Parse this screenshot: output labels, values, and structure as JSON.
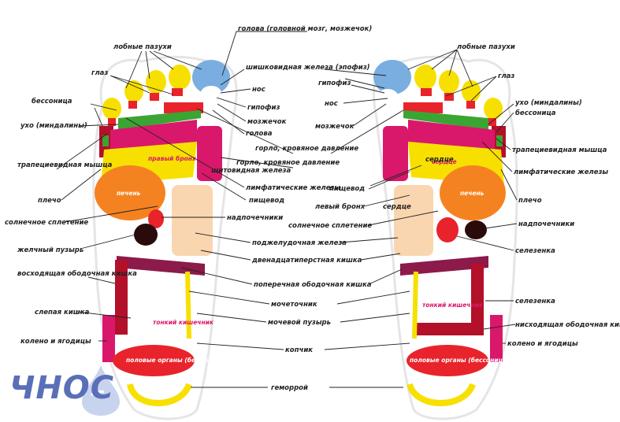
{
  "diagram": {
    "labels_center": {
      "head": "голова (головной мозг, мозжечок)",
      "pineal": "шишковидная железа (эпофиз)",
      "nose": "нос",
      "pituitary": "гипофиз",
      "cerebellum": "мозжечок",
      "head2": "голова",
      "throat": "горло, кровяное давление",
      "throat2": "горло, кровяное давление",
      "thyroid": "щитовидная железа",
      "lymph": "лимфатические железы",
      "esophagus": "пищевод",
      "adrenal": "надпочечники",
      "pancreas": "поджелудочная железа",
      "duodenum": "двенадцатиперстная кишка",
      "transverse": "поперечная ободочная кишка",
      "ureter": "мочеточник",
      "bladder": "мочевой пузырь",
      "coccyx": "копчик",
      "hemorrhoids": "геморрой"
    },
    "labels_left": {
      "sinuses": "лобные пазухи",
      "eye": "глаз",
      "insomnia": "бессоница",
      "ear": "ухо (миндалины)",
      "trapezius": "трапециевидная мышца",
      "shoulder": "плечо",
      "solar": "солнечное сплетение",
      "gallbladder": "желчный пузырь",
      "ascending": "восходящая ободочная кишка",
      "cecum": "слепая кишка",
      "knee": "колено и ягодицы"
    },
    "labels_right": {
      "sinuses": "лобные пазухи",
      "pituitary": "гипофиз",
      "nose": "нос",
      "cerebellum": "мозжечок",
      "eye": "глаз",
      "ear": "ухо (миндалины)",
      "insomnia": "бессоница",
      "trapezius": "трапециевидная мышца",
      "lymph": "лимфатические железы",
      "shoulder": "плечо",
      "heart": "сердце",
      "esophagus": "пищевод",
      "left_bronchus": "левый бронх",
      "heart2": "сердце",
      "solar": "солнечное сплетение",
      "adrenal": "надпочечники",
      "spleen": "селезенка",
      "spleen2": "селезенка",
      "descending": "нисходящая ободочная кишка",
      "knee": "колено и ягодицы",
      "ureter2": "мочеточник",
      "ureter2b": "кишечник"
    },
    "zone_text": {
      "liver_left": "печень",
      "liver_right": "печень",
      "right_bronchus": "правый бронх",
      "thyroid_zone": "щитовидная железа",
      "heart_zone": "сердце",
      "small_intestine_left": "тонкий кишечник",
      "small_intestine_right": "тонкий кишечник",
      "genitals_left": "половые органы (бессоница)",
      "genitals_right": "половые органы (бессоница)"
    },
    "logo": "ЧНОС",
    "colors": {
      "red": "#e8232c",
      "yellow": "#f7e000",
      "orange": "#f58220",
      "magenta": "#d9186b",
      "crimson": "#b3102a",
      "green": "#3aa532",
      "blue": "#7aaee0",
      "peach": "#f9d6b0",
      "pink": "#f3a6c0",
      "dark": "#2a0a0a",
      "purple": "#8c1a4a",
      "logo": "#5a6fb8"
    }
  }
}
